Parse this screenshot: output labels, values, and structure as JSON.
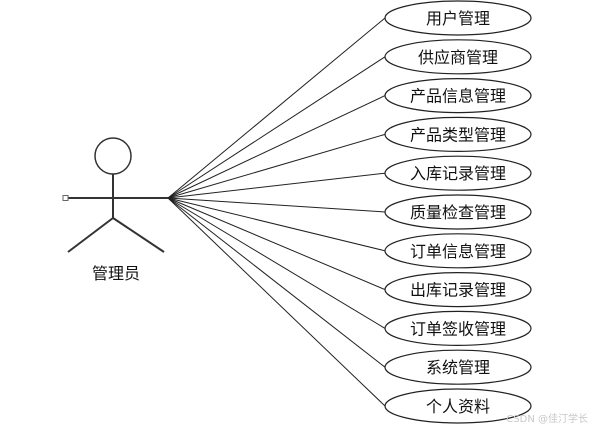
{
  "actor": {
    "label": "管理员"
  },
  "use_cases": [
    {
      "label": "用户管理"
    },
    {
      "label": "供应商管理"
    },
    {
      "label": "产品信息管理"
    },
    {
      "label": "产品类型管理"
    },
    {
      "label": "入库记录管理"
    },
    {
      "label": "质量检查管理"
    },
    {
      "label": "订单信息管理"
    },
    {
      "label": "出库记录管理"
    },
    {
      "label": "订单签收管理"
    },
    {
      "label": "系统管理"
    },
    {
      "label": "个人资料"
    }
  ],
  "watermark": "CSDN @佳汀学长"
}
